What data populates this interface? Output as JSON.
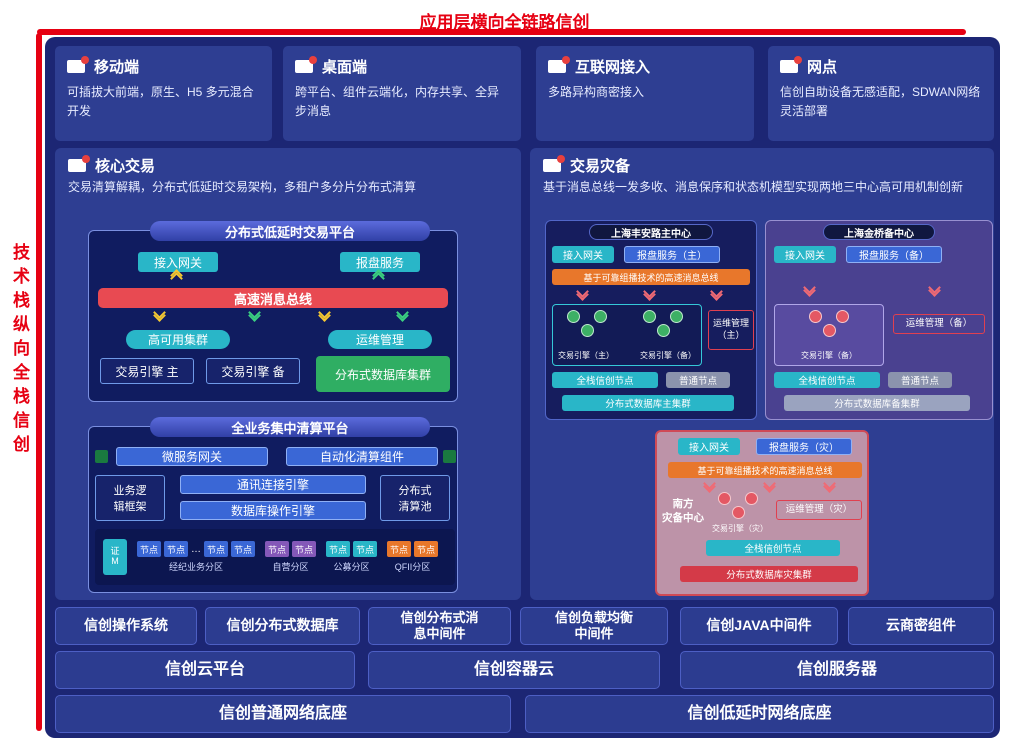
{
  "frame": {
    "top_title": "应用层横向全链路信创",
    "left_title": "技术栈纵向全栈信创"
  },
  "colors": {
    "accent_red": "#e60012",
    "panel_navy": "#1c2674",
    "card_blue": "#2e3e92",
    "teal": "#29b6c8",
    "blue": "#3a67d6",
    "green": "#2fae63",
    "orange": "#e8772b",
    "bus_red": "#e84a52",
    "dr_pink": "#bd93a8"
  },
  "top_cards": [
    {
      "title": "移动端",
      "body": "可插拔大前端，原生、H5 多元混合开发"
    },
    {
      "title": "桌面端",
      "body": "跨平台、组件云端化，内存共享、全异步消息"
    },
    {
      "title": "互联网接入",
      "body": "多路异构商密接入"
    },
    {
      "title": "网点",
      "body": "信创自助设备无感适配，SDWAN网络灵活部署"
    }
  ],
  "core": {
    "title": "核心交易",
    "subtitle": "交易清算解耦，分布式低延时交易架构，多租户多分片分布式清算",
    "trading": {
      "title": "分布式低延时交易平台",
      "gateway": "接入网关",
      "quote_service": "报盘服务",
      "bus": "高速消息总线",
      "ha_cluster": "高可用集群",
      "ops": "运维管理",
      "engine_primary": "交易引擎 主",
      "engine_backup": "交易引擎 备",
      "db_cluster": "分布式数据库集群"
    },
    "clearing": {
      "title": "全业务集中清算平台",
      "ms_gateway": "微服务网关",
      "auto_component": "自动化清算组件",
      "biz_framework": "业务逻\n辑框架",
      "comm_engine": "通讯连接引擎",
      "db_engine": "数据库操作引擎",
      "clearing_pool": "分布式\n清算池",
      "head_box": "证\nM",
      "node_label": "节点",
      "ellipsis": "…",
      "partitions": [
        {
          "label": "经纪业务分区"
        },
        {
          "label": "自营分区"
        },
        {
          "label": "公募分区"
        },
        {
          "label": "QFII分区"
        }
      ]
    }
  },
  "dr": {
    "title": "交易灾备",
    "subtitle": "基于消息总线一发多收、消息保序和状态机模型实现两地三中心高可用机制创新",
    "main_center": {
      "title": "上海丰安路主中心",
      "gateway": "接入网关",
      "quote": "报盘服务（主）",
      "bus": "基于可靠组播技术的高速消息总线",
      "engine_primary": "交易引擎（主）",
      "engine_backup": "交易引擎（备）",
      "ops": "运维管理\n（主）",
      "full_stack_node": "全栈信创节点",
      "normal_node": "普通节点",
      "db": "分布式数据库主集群"
    },
    "backup_center": {
      "title": "上海金桥备中心",
      "gateway": "接入网关",
      "quote": "报盘服务（备）",
      "engine": "交易引擎（备）",
      "ops": "运维管理（备）",
      "full_stack_node": "全栈信创节点",
      "normal_node": "普通节点",
      "db": "分布式数据库备集群"
    },
    "dr_center": {
      "label": "南方\n灾备中心",
      "gateway": "接入网关",
      "quote": "报盘服务（灾）",
      "bus": "基于可靠组播技术的高速消息总线",
      "engine": "交易引擎（灾）",
      "ops": "运维管理（灾）",
      "full_stack_node": "全栈信创节点",
      "db": "分布式数据库灾集群"
    }
  },
  "bottom": {
    "row1": [
      "信创操作系统",
      "信创分布式数据库",
      "信创分布式消\n息中间件",
      "信创负载均衡\n中间件",
      "信创JAVA中间件",
      "云商密组件"
    ],
    "row2": [
      "信创云平台",
      "信创容器云",
      "信创服务器"
    ],
    "row3": [
      "信创普通网络底座",
      "信创低延时网络底座"
    ]
  }
}
